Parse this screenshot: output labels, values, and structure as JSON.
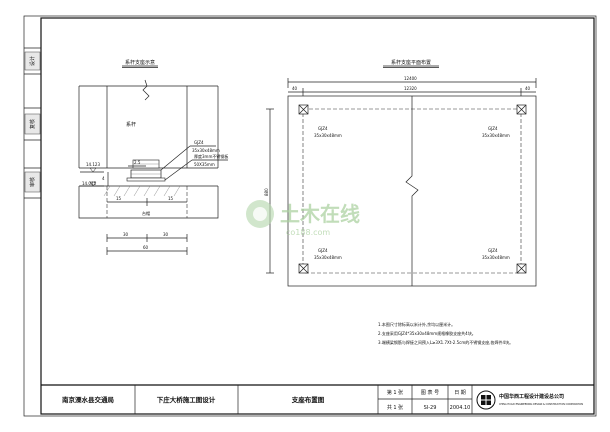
{
  "side_labels": [
    "设计",
    "复核",
    "审核"
  ],
  "left_view": {
    "title": "系杆支座示意",
    "member_label": "系杆",
    "bearing_label": "GJZ4",
    "bearing_size": "35x30x48mm",
    "pad_label": "厚度3mm不锈钢板",
    "pad_size": "50X35mm",
    "elev_top": "14.123",
    "elev_bottom": "14.045",
    "dim_small": "2.5",
    "dim_left": "15",
    "dim_right": "15",
    "pier_label": "台帽",
    "dim_half_left": "30",
    "dim_half_right": "30",
    "dim_total": "60"
  },
  "right_view": {
    "title": "系杆支座平面布置",
    "dim_total": "12400",
    "dim_left": "40",
    "dim_mid": "12320",
    "dim_right": "40",
    "dim_height": "880",
    "bearings": [
      {
        "label": "GJZ4",
        "size": "35x30x48mm"
      },
      {
        "label": "GJZ4",
        "size": "35x30x48mm"
      },
      {
        "label": "GJZ4",
        "size": "35x30x48mm"
      },
      {
        "label": "GJZ4",
        "size": "35x30x48mm"
      }
    ]
  },
  "notes": [
    "1.本图尺寸除标高以米计外,余均以厘米计。",
    "2.支座采用GJZ4*35x30x48mm规格橡胶支座共4块。",
    "3.端横梁钢筋与焊接之间预入L≥3X1.7Xt-2.5cm的不锈钢支座,各焊件4块。"
  ],
  "watermark": {
    "main": "土木在线",
    "sub": "co188.com"
  },
  "title_block": {
    "org": "南京溧水县交通局",
    "project": "下庄大桥施工图设计",
    "drawing": "支座布置图",
    "sheet_no": "第 1 张",
    "total_sheets": "共 1 张",
    "drawing_no_label": "图 表 号",
    "drawing_no": "SI-29",
    "date_label": "日 期",
    "date": "2004.10",
    "company": "中国华西工程设计建设总公司",
    "company_en": "CHINA HUAXI ENGINEERING DESIGN & CONSTRUCTION CORPORATION"
  }
}
